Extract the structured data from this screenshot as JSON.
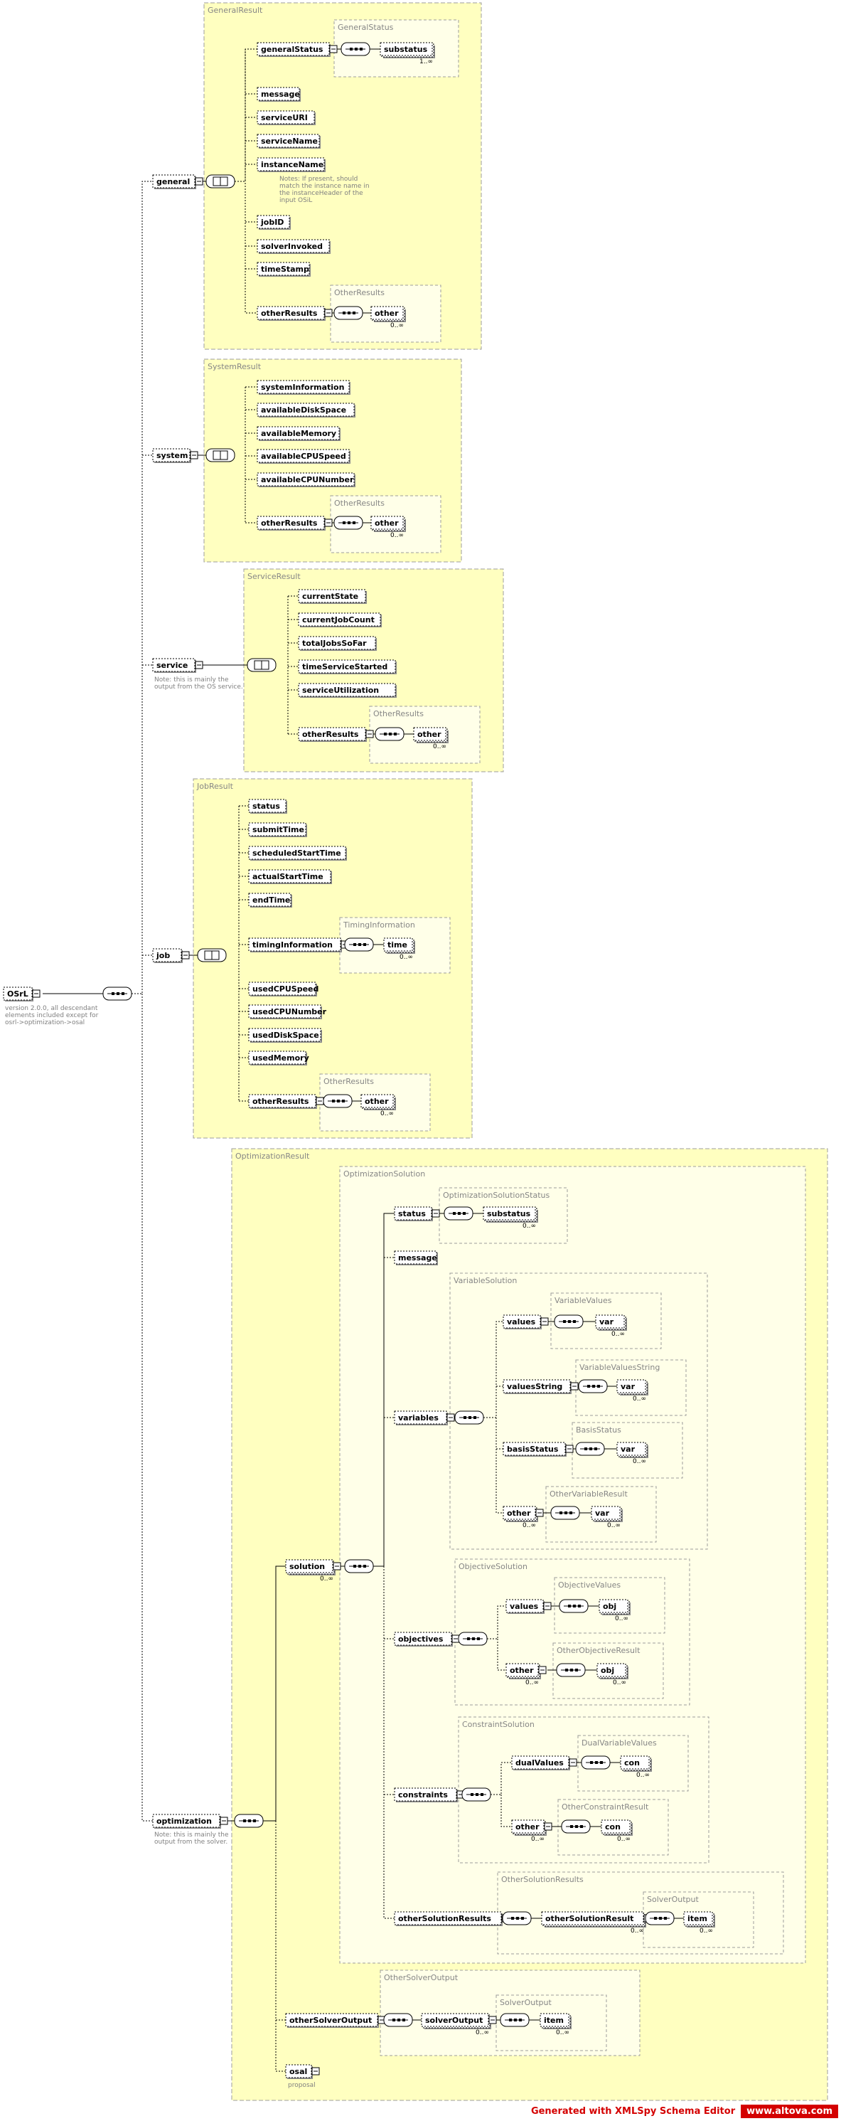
{
  "root": {
    "name": "OSrL",
    "note": [
      "version 2.0.0, all descendant",
      "elements included except for",
      "osrl->optimization->osal"
    ]
  },
  "groups": {
    "general": {
      "type_label": "GeneralResult",
      "name": "general"
    },
    "general_status": {
      "type_label": "GeneralStatus",
      "element": "generalStatus",
      "child": "substatus",
      "card": "1..∞"
    },
    "general_elements": [
      "message",
      "serviceURI",
      "serviceName",
      "instanceName",
      "jobID",
      "solverInvoked",
      "timeStamp"
    ],
    "instance_note": [
      "Notes: If present, should",
      "match the instance name in",
      "the instanceHeader of the",
      "input OSiL"
    ],
    "other_results_label": "OtherResults",
    "other_results_element": "otherResults",
    "other_child": "other",
    "other_card": "0..∞",
    "system": {
      "type_label": "SystemResult",
      "name": "system",
      "elements": [
        "systemInformation",
        "availableDiskSpace",
        "availableMemory",
        "availableCPUSpeed",
        "availableCPUNumber"
      ]
    },
    "service": {
      "type_label": "ServiceResult",
      "name": "service",
      "note": [
        "Note: this is mainly the",
        "output from the OS service."
      ],
      "elements": [
        "currentState",
        "currentJobCount",
        "totalJobsSoFar",
        "timeServiceStarted",
        "serviceUtilization"
      ]
    },
    "job": {
      "type_label": "JobResult",
      "name": "job",
      "elements_top": [
        "status",
        "submitTime",
        "scheduledStartTime",
        "actualStartTime",
        "endTime"
      ],
      "timing_label": "TimingInformation",
      "timing_element": "timingInformation",
      "timing_child": "time",
      "elements_bottom": [
        "usedCPUSpeed",
        "usedCPUNumber",
        "usedDiskSpace",
        "usedMemory"
      ]
    },
    "optimization": {
      "type_label": "OptimizationResult",
      "name": "optimization",
      "note": [
        "Note: this is mainly the",
        "output from the solver."
      ],
      "solution_label": "OptimizationSolution",
      "solution": "solution",
      "status_label": "OptimizationSolutionStatus",
      "status": "status",
      "substatus": "substatus",
      "message": "message",
      "variables_label": "VariableSolution",
      "variables": "variables",
      "values_label": "VariableValues",
      "values": "values",
      "var": "var",
      "values_string_label": "VariableValuesString",
      "values_string": "valuesString",
      "basis_label": "BasisStatus",
      "basis": "basisStatus",
      "other_variable_label": "OtherVariableResult",
      "other": "other",
      "objectives_label": "ObjectiveSolution",
      "objectives": "objectives",
      "obj_values_label": "ObjectiveValues",
      "obj": "obj",
      "other_objective_label": "OtherObjectiveResult",
      "constraints_label": "ConstraintSolution",
      "constraints": "constraints",
      "dual_label": "DualVariableValues",
      "dual": "dualValues",
      "con": "con",
      "other_constraint_label": "OtherConstraintResult",
      "other_solution_results_label": "OtherSolutionResults",
      "other_solution_results": "otherSolutionResults",
      "other_solution_result": "otherSolutionResult",
      "solver_output_label": "SolverOutput",
      "item": "item",
      "other_solver_output_label": "OtherSolverOutput",
      "other_solver_output": "otherSolverOutput",
      "solver_output": "solverOutput",
      "osal": "osal",
      "osal_note": "proposal"
    }
  },
  "footer": {
    "generated": "Generated with XMLSpy Schema Editor",
    "url": "www.altova.com"
  }
}
